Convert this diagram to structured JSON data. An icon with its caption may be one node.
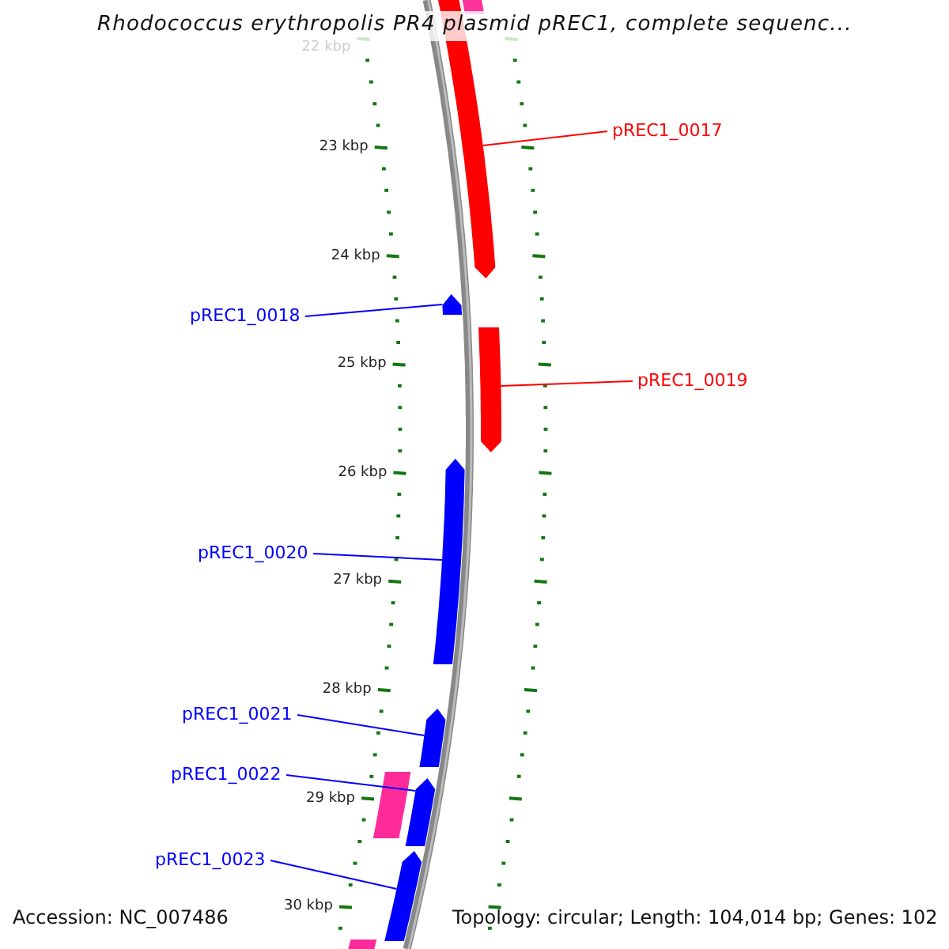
{
  "diagram": {
    "title": "Rhodococcus erythropolis PR4 plasmid pREC1, complete sequenc...",
    "nodes": [
      {
        "text": [],
        "shape": "bar"
      },
      {
        "text": [
          "pREC1_0017"
        ]
      },
      {
        "text": [],
        "shape": "arrow"
      },
      {
        "text": [
          "pREC1_0018"
        ]
      },
      {
        "text": [],
        "shape": "arrow"
      },
      {
        "text": [
          "pREC1_0019"
        ]
      },
      {
        "text": [],
        "shape": "arrow"
      },
      {
        "text": [
          "pREC1_0020"
        ]
      },
      {
        "text": [],
        "shape": "arrow"
      },
      {
        "text": [
          "pREC1_0021"
        ]
      },
      {
        "text": [],
        "shape": "arrow"
      },
      {
        "text": [
          "pREC1_0022"
        ]
      },
      {
        "text": [],
        "shape": "bar"
      },
      {
        "text": [],
        "shape": "arrow"
      },
      {
        "text": [
          "pREC1_0023"
        ]
      },
      {
        "text": [],
        "shape": "arrow"
      },
      {
        "text": [],
        "shape": "bar"
      }
    ],
    "edges": [
      {
        "from": 1,
        "to": 2,
        "arrow": "none",
        "color": "#ff0000"
      },
      {
        "from": 3,
        "to": 4,
        "arrow": "none"
      },
      {
        "from": 5,
        "to": 6,
        "arrow": "none",
        "color": "#ff0000"
      },
      {
        "from": 7,
        "to": 8,
        "arrow": "none"
      },
      {
        "from": 9,
        "to": 10,
        "arrow": "none"
      },
      {
        "from": 11,
        "to": 13,
        "arrow": "none"
      },
      {
        "from": 14,
        "to": 15,
        "arrow": "none"
      }
    ],
    "labels": [
      "22 kbp",
      "23 kbp",
      "24 kbp",
      "25 kbp",
      "26 kbp",
      "27 kbp",
      "28 kbp",
      "29 kbp",
      "30 kbp",
      "Accession: NC_007486",
      "Topology: circular; Length: 104,014 bp; Genes: 102"
    ]
  }
}
